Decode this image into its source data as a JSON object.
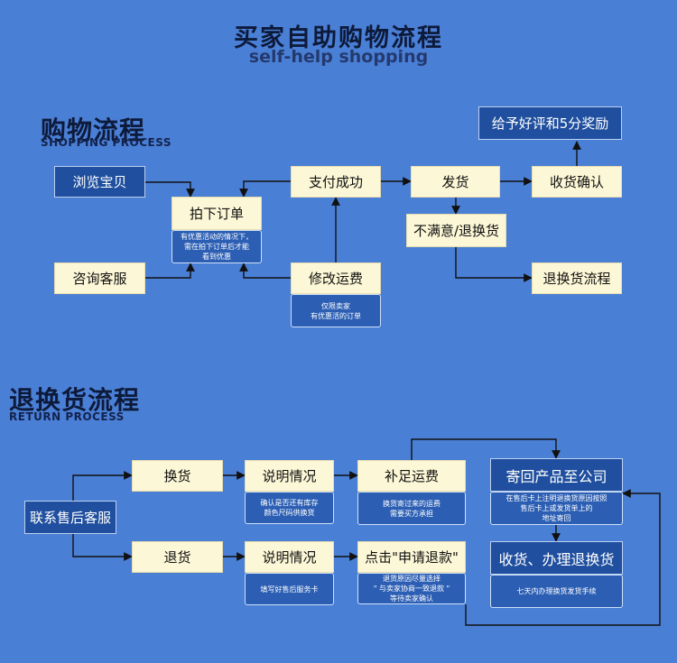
{
  "header": {
    "title": "买家自助购物流程",
    "subtitle": "self-help shopping"
  },
  "shopping": {
    "title": "购物流程",
    "subtitle": "SHOPPING PROCESS",
    "browse": "浏览宝贝",
    "consult": "咨询客服",
    "order": "拍下订单",
    "order_note": "有优惠活动的情况下，\n需在拍下订单后才能\n看到优惠",
    "modify_shipping": "修改运费",
    "modify_note": "仅限卖家\n有优惠活的订单",
    "pay_success": "支付成功",
    "ship": "发货",
    "receive_confirm": "收货确认",
    "review_reward": "给予好评和5分奖励",
    "unsatisfied": "不满意/退换货",
    "return_process": "退换货流程"
  },
  "returns": {
    "title": "退换货流程",
    "subtitle": "RETURN PROCESS",
    "contact_service": "联系售后客服",
    "exchange": "换货",
    "refund": "退货",
    "explain_1": "说明情况",
    "explain_2": "说明情况",
    "explain_1_note": "确认是否还有库存\n颜色尺码供换货",
    "explain_2_note": "填写好售后服务卡",
    "pay_shipping": "补足运费",
    "pay_shipping_note": "换货寄过来的运费\n需要买方承担",
    "click_refund": "点击\"申请退款\"",
    "click_refund_note": "退货原因尽量选择\n\" 与卖家协商一致退款 \"\n等待卖家确认",
    "send_to_company": "寄回产品至公司",
    "send_note": "在售后卡上注明退换货原因按照\n售后卡上或发货单上的\n地址寄回",
    "receive_handle": "收货、办理退换货",
    "receive_note": "七天内办理换货发货手续"
  },
  "colors": {
    "background": "#4a7fd6",
    "box_light": "#fcf7d6",
    "box_dark": "#1f4f9e",
    "note_box": "#2c5fb4",
    "arrow": "#111111"
  }
}
